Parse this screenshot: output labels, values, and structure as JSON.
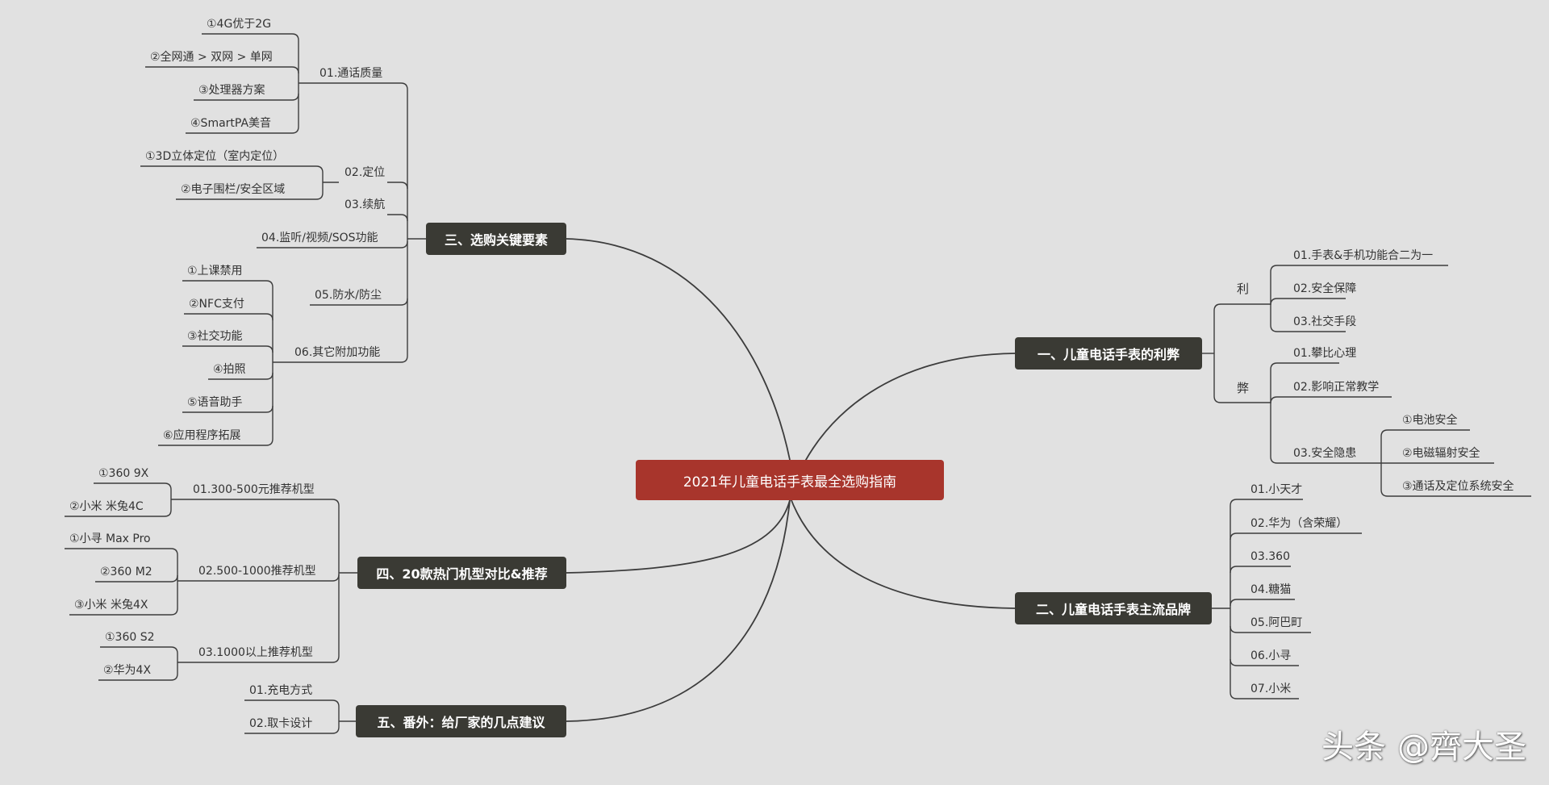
{
  "colors": {
    "background": "#e1e1e1",
    "center": "#a8352c",
    "branch": "#3a3a34",
    "line": "#3c3c3c"
  },
  "center": "2021年儿童电话手表最全选购指南",
  "branches": {
    "b1": "一、儿童电话手表的利弊",
    "b2": "二、儿童电话手表主流品牌",
    "b3": "三、选购关键要素",
    "b4": "四、20款热门机型对比&推荐",
    "b5": "五、番外：给厂家的几点建议"
  },
  "b1": {
    "pros_label": "利",
    "pros": [
      "01.手表&手机功能合二为一",
      "02.安全保障",
      "03.社交手段"
    ],
    "cons_label": "弊",
    "cons": [
      "01.攀比心理",
      "02.影响正常教学",
      "03.安全隐患"
    ],
    "risks": [
      "①电池安全",
      "②电磁辐射安全",
      "③通话及定位系统安全"
    ]
  },
  "b2": {
    "brands": [
      "01.小天才",
      "02.华为（含荣耀）",
      "03.360",
      "04.糖猫",
      "05.阿巴町",
      "06.小寻",
      "07.小米"
    ]
  },
  "b3": {
    "factors": [
      "01.通话质量",
      "02.定位",
      "03.续航",
      "04.监听/视频/SOS功能",
      "05.防水/防尘",
      "06.其它附加功能"
    ],
    "call_quality": [
      "①4G优于2G",
      "②全网通 > 双网 > 单网",
      "③处理器方案",
      "④SmartPA美音"
    ],
    "positioning": [
      "①3D立体定位（室内定位）",
      "②电子围栏/安全区域"
    ],
    "extras": [
      "①上课禁用",
      "②NFC支付",
      "③社交功能",
      "④拍照",
      "⑤语音助手",
      "⑥应用程序拓展"
    ]
  },
  "b4": {
    "tiers": [
      "01.300-500元推荐机型",
      "02.500-1000推荐机型",
      "03.1000以上推荐机型"
    ],
    "tier1": [
      "①360 9X",
      "②小米 米兔4C"
    ],
    "tier2": [
      "①小寻 Max Pro",
      "②360 M2",
      "③小米 米兔4X"
    ],
    "tier3": [
      "①360 S2",
      "②华为4X"
    ]
  },
  "b5": {
    "items": [
      "01.充电方式",
      "02.取卡设计"
    ]
  },
  "watermark": {
    "source": "头条",
    "handle": "@齊大圣"
  }
}
